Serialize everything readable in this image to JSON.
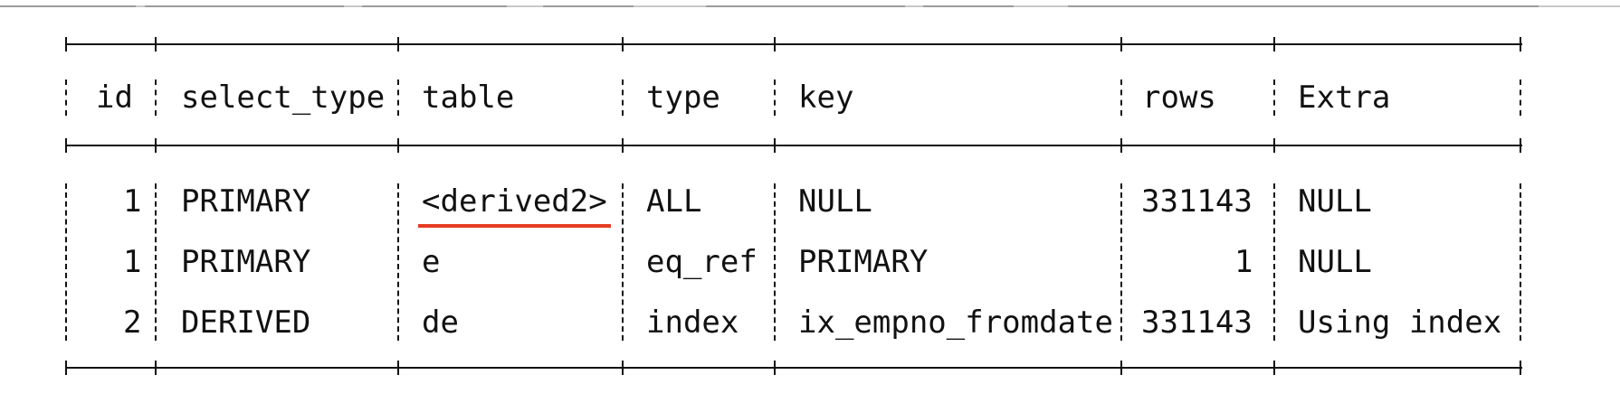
{
  "columns": [
    "id",
    "select_type",
    "table",
    "type",
    "key",
    "rows",
    "Extra"
  ],
  "rows": [
    [
      "1",
      "PRIMARY",
      "<derived2>",
      "ALL",
      "NULL",
      "331143",
      "NULL"
    ],
    [
      "1",
      "PRIMARY",
      "e",
      "eq_ref",
      "PRIMARY",
      "1",
      "NULL"
    ],
    [
      "2",
      "DERIVED",
      "de",
      "index",
      "ix_empno_fromdate",
      "331143",
      "Using index"
    ]
  ],
  "highlight": {
    "row": 0,
    "column": 2,
    "color": "#e63c22"
  }
}
